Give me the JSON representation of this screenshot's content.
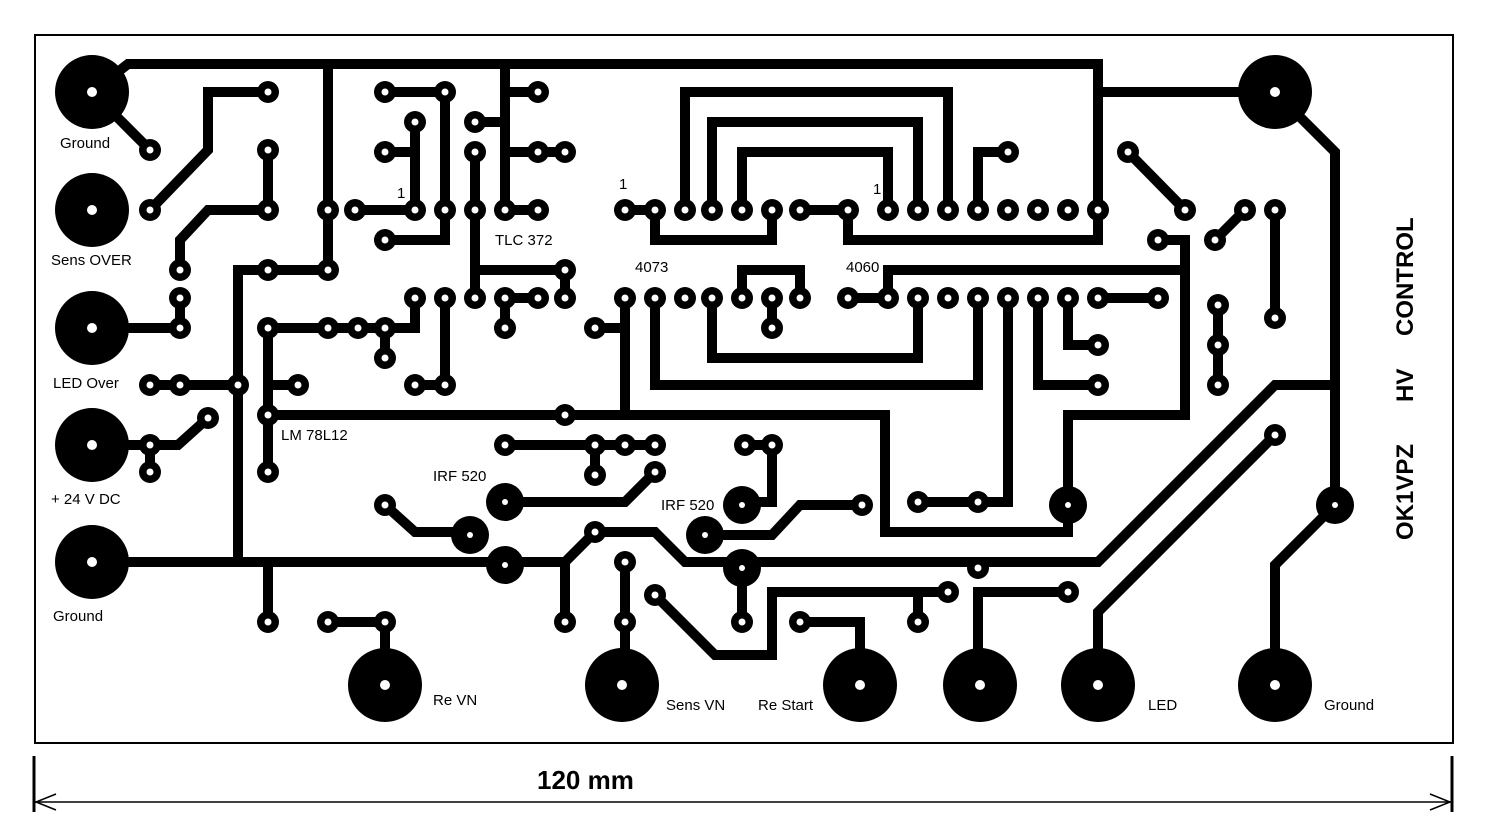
{
  "board": {
    "title_parts": [
      "OK1VPZ",
      "HV",
      "CONTROL"
    ],
    "dimension": "120 mm",
    "colors": {
      "copper": "#000000",
      "background": "#ffffff"
    }
  },
  "connectors": {
    "ground_top": "Ground",
    "sens_over": "Sens OVER",
    "led_over": "LED Over",
    "supply": "+ 24 V DC",
    "ground_left": "Ground",
    "re_vn": "Re VN",
    "sens_vn": "Sens VN",
    "re_start": "Re Start",
    "led": "LED",
    "ground_right": "Ground"
  },
  "components": {
    "tlc": "TLC 372",
    "ic_4073": "4073",
    "ic_4060": "4060",
    "regulator": "LM 78L12",
    "mosfet_1": "IRF 520",
    "mosfet_2": "IRF 520",
    "pin1_a": "1",
    "pin1_b": "1",
    "pin1_c": "1"
  }
}
